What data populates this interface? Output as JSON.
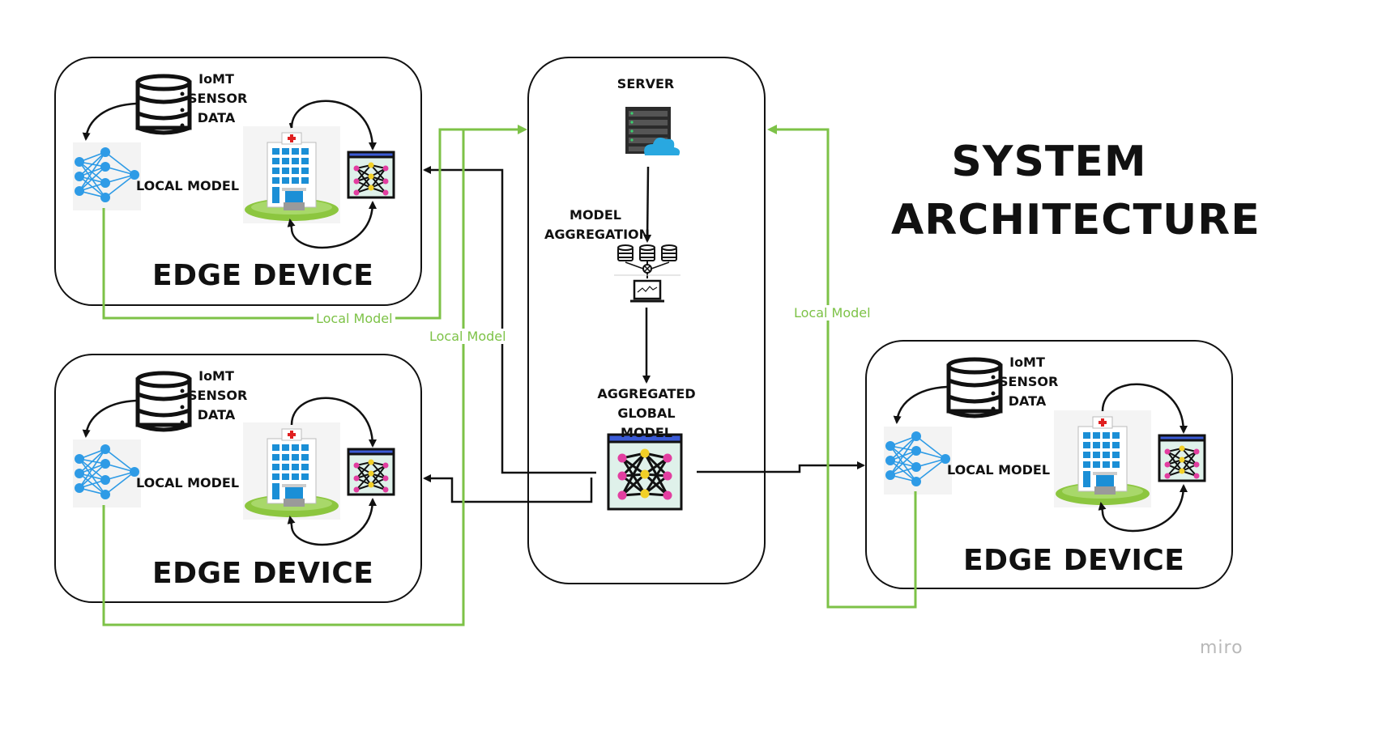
{
  "title": {
    "line1": "SYSTEM",
    "line2": "ARCHITECTURE"
  },
  "server": {
    "label": "SERVER",
    "aggregation_line1": "MODEL",
    "aggregation_line2": "AGGREGATION",
    "global_line1": "AGGREGATED",
    "global_line2": "GLOBAL MODEL"
  },
  "edge_devices": [
    {
      "title": "EDGE DEVICE",
      "data_line1": "IoMT",
      "data_line2": "SENSOR",
      "data_line3": "DATA",
      "model_label": "LOCAL MODEL"
    },
    {
      "title": "EDGE DEVICE",
      "data_line1": "IoMT",
      "data_line2": "SENSOR",
      "data_line3": "DATA",
      "model_label": "LOCAL MODEL"
    },
    {
      "title": "EDGE DEVICE",
      "data_line1": "IoMT",
      "data_line2": "SENSOR",
      "data_line3": "DATA",
      "model_label": "LOCAL MODEL"
    }
  ],
  "connections": {
    "local_model_1": "Local Model",
    "local_model_2": "Local Model",
    "local_model_3": "Local Model"
  },
  "colors": {
    "local_upload": "#7dc247",
    "global_download": "#111111",
    "neural_node": "#2e9be6",
    "hospital_blue": "#1b8fd6",
    "lawn_green": "#8cc63f"
  },
  "watermark": "miro"
}
